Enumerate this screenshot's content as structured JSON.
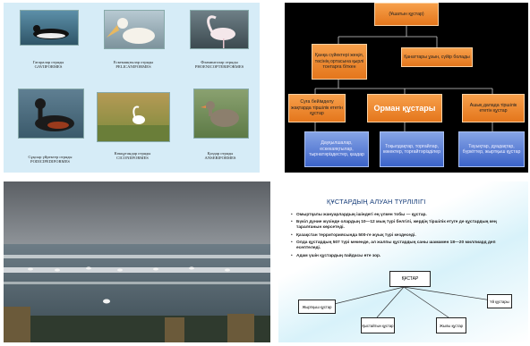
{
  "birds": [
    {
      "caption": "Гагаралар отряды\nGAVIIFORMES"
    },
    {
      "caption": "Ескекаяқтылар отряды\nPELICANIFORMES"
    },
    {
      "caption": "Фламинголар отряды\nPHOENICOPTERIFORMES"
    },
    {
      "caption": "Сұқсыр үйректер отряды\nPODICIPEDIFORMES"
    },
    {
      "caption": "Көкқұтандар отряды\nCICONIIFORMES"
    },
    {
      "caption": "Қаздар отряды\nANSERIFORMES"
    }
  ],
  "diagram": {
    "top_text": "(Ұшатын құстар)",
    "left_box": "Қанқа сүйектері жеңіл, төсінің ортасына қырлі тонтарға біткен",
    "right_box": "Қанаттары ұзын, сүйір болады",
    "mid_left": "Суға бейімделу жақтарда тіршілік ететін құстар",
    "mid_center": "Орман құстары",
    "mid_right": "Ашық далада тіршілік ететін құстар",
    "bot_left": "Дауқылшалар, ескекаяқтылар, тырнатәріздестер, қаздар",
    "bot_center": "Тоқылдақтар, торғайлар, көкектер, торғайтәрізділер",
    "bot_right": "Тауықтар, дуадақтар, бүркіттер, жыртқыш құстар"
  },
  "slide": {
    "title": "ҚҰСТАРДЫҢ АЛУАН ТҮРЛІЛІГІ",
    "bullets": [
      "Омыртқалы жануарлардың ішіндегі ең үлкен тобы — құстар.",
      "Бүкіл дүние жүзінде олардың 10—12 мың түрі белгілі, жердің тіршілік етуге де құстардың кең таралғанын көрсетеді.",
      "Қазақстан территориясында 500-ге жуық түрі кездеседі.",
      "Олда құстардың 507 түрі мекенде, ал жалпы құстардың саны шамамен 18—20 миллиард деп есептеледі.",
      "Адам үшін құстардың пайдасы өте зор."
    ],
    "center_box": "ҚҰСТАР",
    "left_box": "Жыртқыш құстар",
    "right_box": "Үй құстары",
    "bottom_left_box": "Қыстайтын құстар",
    "bottom_right_box": "Жылы құстар"
  },
  "colors": {
    "orange": "#e4761c",
    "blue": "#3b63c8",
    "slide_title": "#143b78"
  }
}
